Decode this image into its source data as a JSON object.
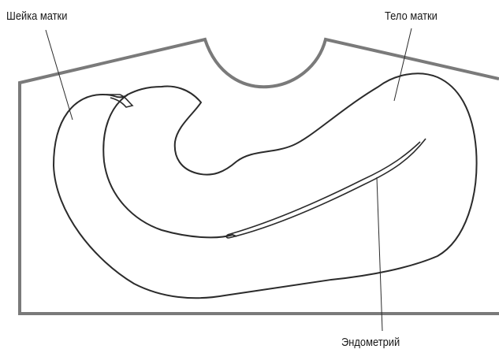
{
  "labels": {
    "cervix": "Шейка матки",
    "body": "Тело матки",
    "endometrium": "Эндометрий"
  },
  "colors": {
    "frame": "#7a7a7a",
    "outline": "#2b2b2b",
    "background": "#ffffff"
  }
}
